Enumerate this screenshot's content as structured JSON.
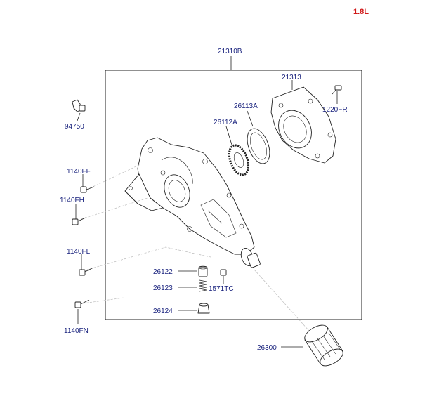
{
  "header": {
    "engine": "1.8L"
  },
  "callouts": {
    "assembly": "21310B",
    "cover": "21313",
    "bolt_top": "1220FR",
    "gear_outer": "26113A",
    "gear_inner": "26112A",
    "bolt_94750": "94750",
    "bolt_ff": "1140FF",
    "bolt_fh": "1140FH",
    "bolt_fl": "1140FL",
    "bolt_fn": "1140FN",
    "plunger": "26122",
    "spring": "26123",
    "plug": "1571TC",
    "plug_cap": "26124",
    "filter": "26300"
  },
  "colors": {
    "label": "#1a237e",
    "engine": "#d01818",
    "line": "#222222"
  }
}
